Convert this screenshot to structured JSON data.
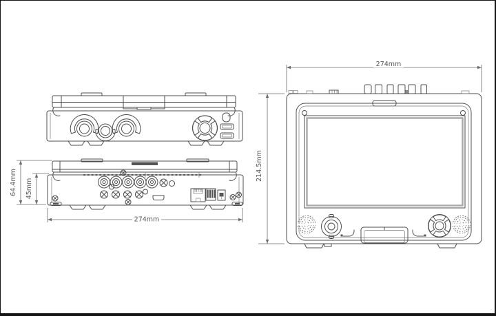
{
  "dims": {
    "closed_total_height": "64.4mm",
    "closed_body_height": "45mm",
    "closed_width": "274mm",
    "open_width": "274mm",
    "open_height": "214.5mm"
  },
  "colors": {
    "line": "#4d4d4d",
    "dark_fill": "#565656",
    "screen_border": "#a8a8a8",
    "dimension": "#6b6b6b"
  }
}
